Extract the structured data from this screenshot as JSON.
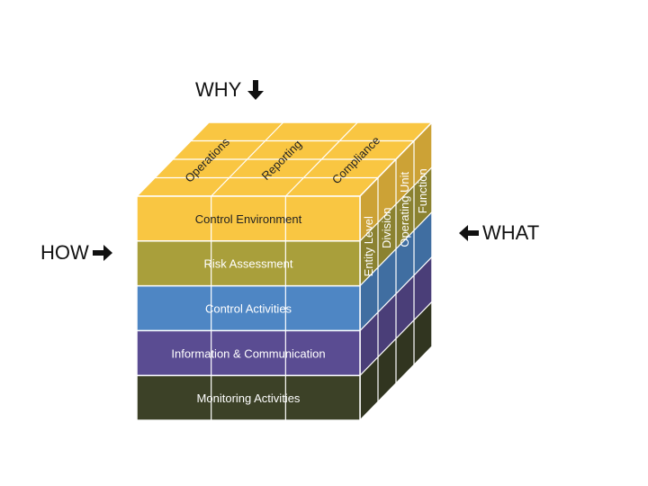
{
  "labels": {
    "why": "WHY",
    "how": "HOW",
    "what": "WHAT"
  },
  "icons": {
    "why": "arrow-down-icon",
    "how": "arrow-right-icon",
    "what": "arrow-left-icon"
  },
  "top_face": {
    "objectives": [
      "Operations",
      "Reporting",
      "Compliance"
    ]
  },
  "front_face": {
    "components": [
      {
        "label": "Control Environment",
        "color": "#F9C642",
        "text_color": "#222222"
      },
      {
        "label": "Risk Assessment",
        "color": "#A99F3B",
        "text_color": "#ffffff"
      },
      {
        "label": "Control Activities",
        "color": "#4E86C4",
        "text_color": "#ffffff"
      },
      {
        "label": "Information & Communication",
        "color": "#5A4C92",
        "text_color": "#ffffff"
      },
      {
        "label": "Monitoring Activities",
        "color": "#3C4127",
        "text_color": "#ffffff"
      }
    ]
  },
  "right_face": {
    "levels": [
      "Entity Level",
      "Division",
      "Operating Unit",
      "Function"
    ]
  },
  "colors": {
    "top_face": "#F9C642",
    "grid_lines": "#ffffff"
  }
}
